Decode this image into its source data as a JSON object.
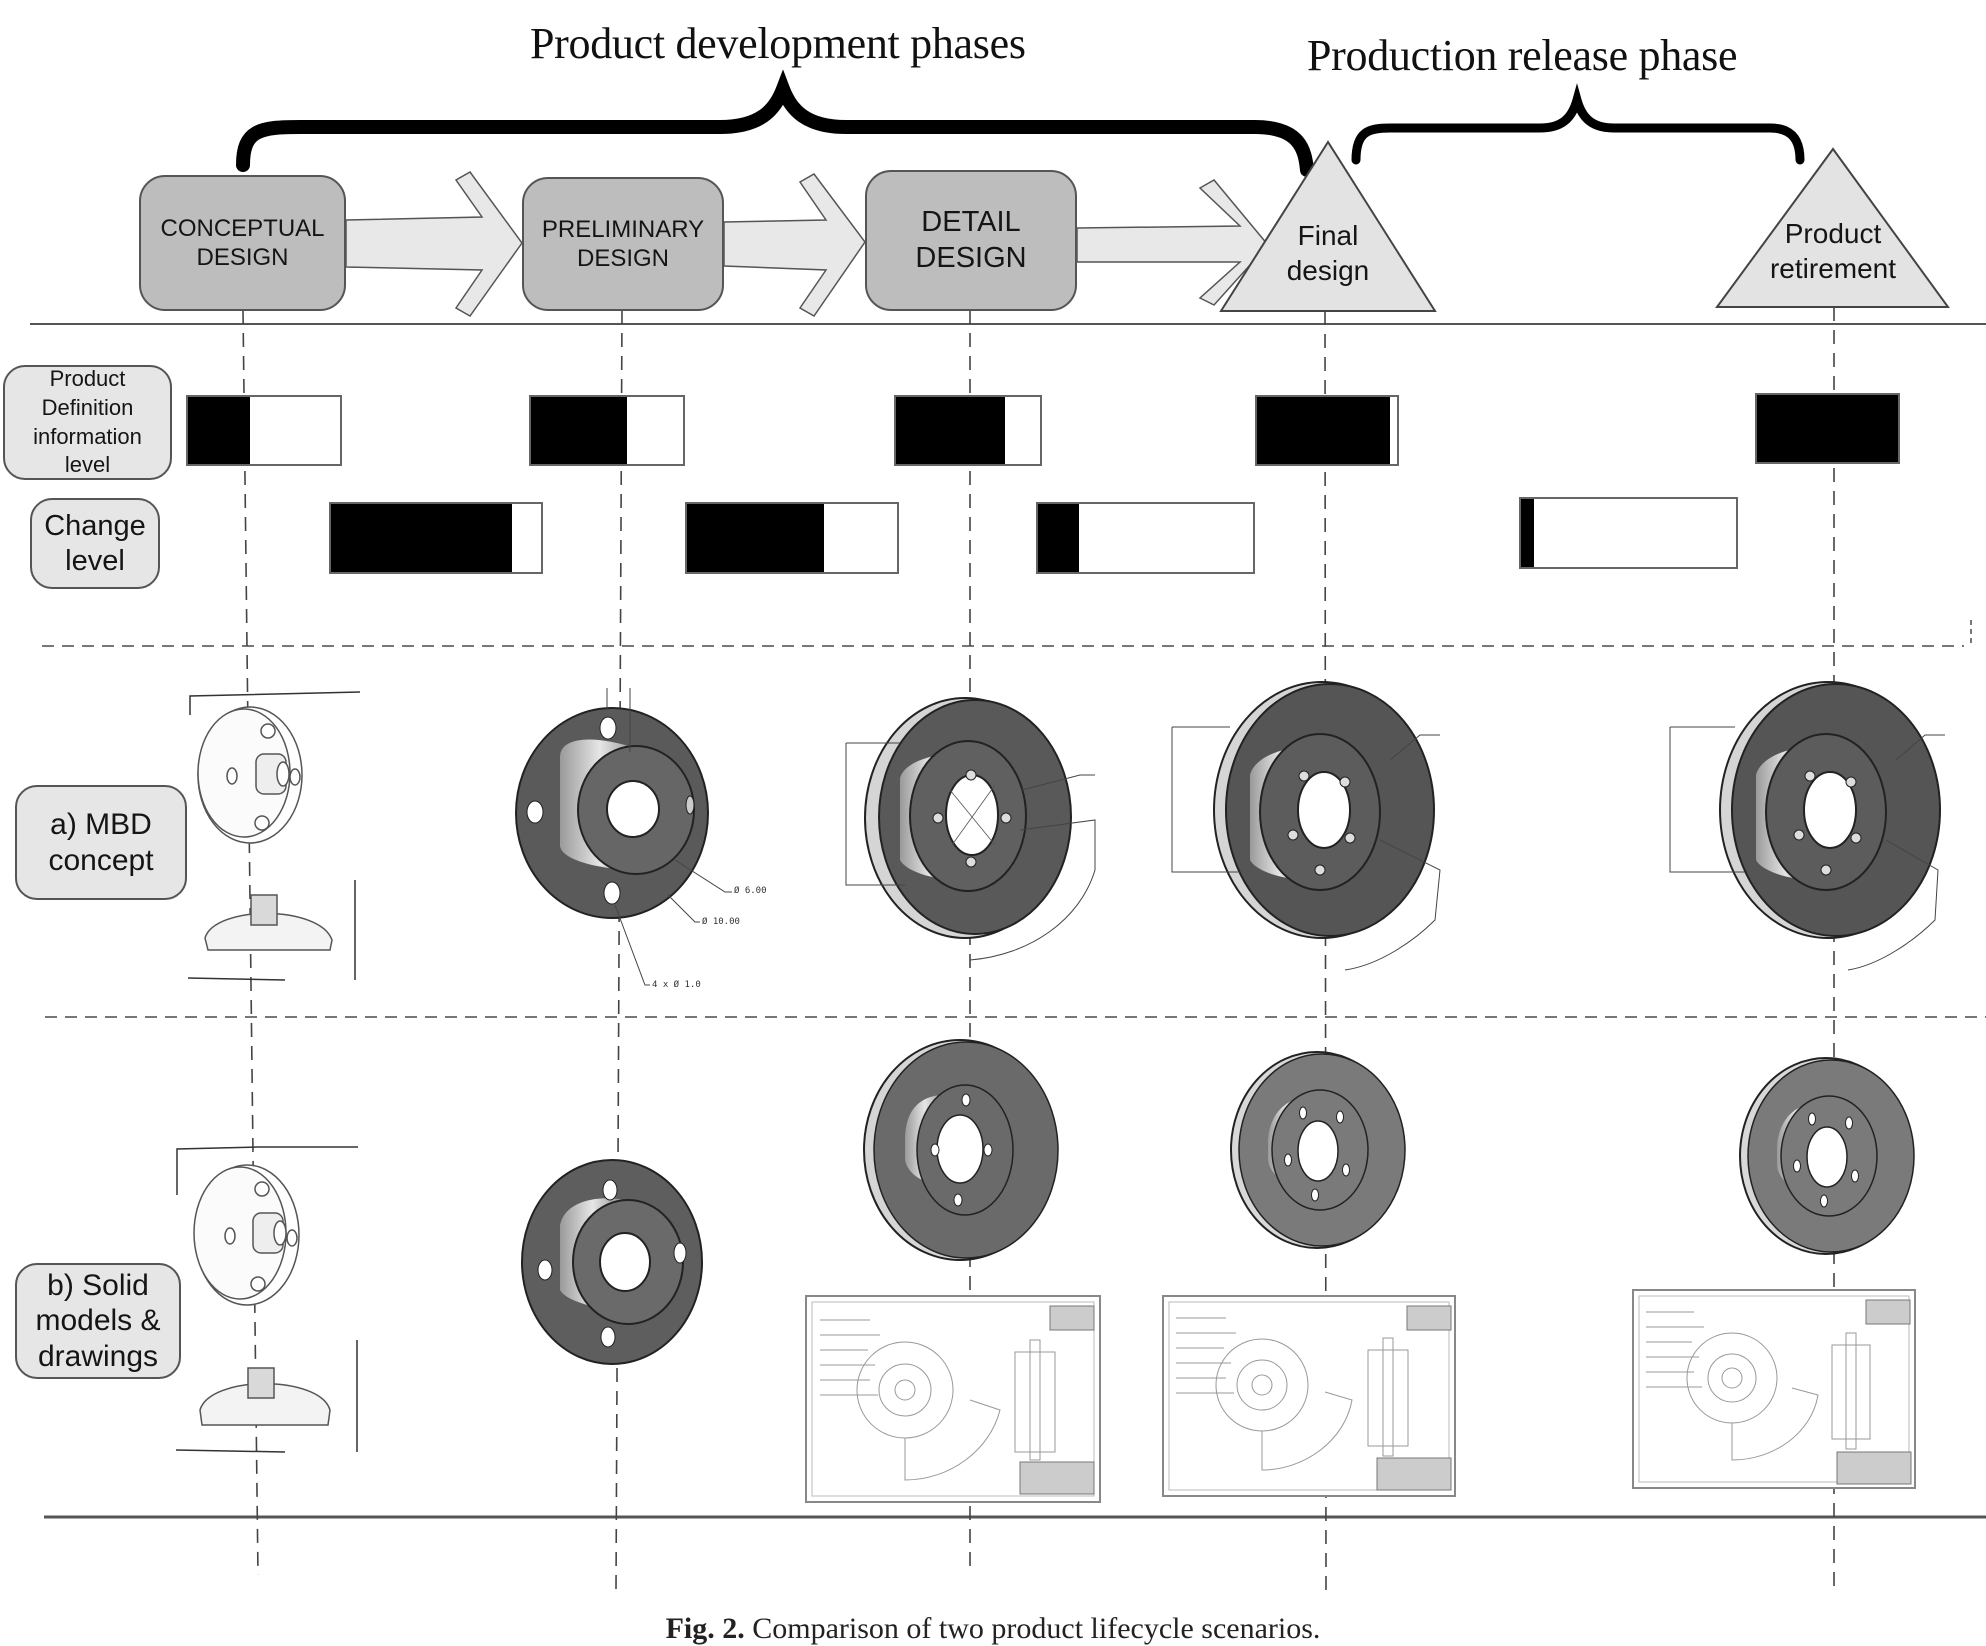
{
  "figure": {
    "phase_titles": {
      "development": "Product development phases",
      "release": "Production release phase"
    },
    "stages": [
      {
        "id": "conceptual",
        "lines": [
          "CONCEPTUAL",
          "DESIGN"
        ],
        "shape": "rounded-box"
      },
      {
        "id": "preliminary",
        "lines": [
          "PRELIMINARY",
          "DESIGN"
        ],
        "shape": "rounded-box"
      },
      {
        "id": "detail",
        "lines": [
          "DETAIL",
          "DESIGN"
        ],
        "shape": "rounded-box"
      },
      {
        "id": "final",
        "lines": [
          "Final",
          "design"
        ],
        "shape": "triangle"
      },
      {
        "id": "retirement",
        "lines": [
          "Product",
          "retirement"
        ],
        "shape": "triangle"
      }
    ],
    "row_labels": {
      "pdi": [
        "Product",
        "Definition",
        "information",
        "level"
      ],
      "change": [
        "Change",
        "level"
      ],
      "mbd": [
        "a) MBD",
        "concept"
      ],
      "solid": [
        "b) Solid",
        "models &",
        "drawings"
      ]
    },
    "levels": {
      "product_definition_information": [
        {
          "stage": "conceptual",
          "fraction": 0.41
        },
        {
          "stage": "preliminary",
          "fraction": 0.63
        },
        {
          "stage": "detail",
          "fraction": 0.76
        },
        {
          "stage": "final",
          "fraction": 0.95
        },
        {
          "stage": "retirement",
          "fraction": 1.0
        }
      ],
      "change": [
        {
          "between": "conceptual-preliminary",
          "fraction": 0.86
        },
        {
          "between": "preliminary-detail",
          "fraction": 0.65
        },
        {
          "between": "detail-final",
          "fraction": 0.19
        },
        {
          "between": "final-retirement",
          "fraction": 0.06
        }
      ]
    },
    "mbd_annotations": {
      "preliminary": [
        "Ø 6.00",
        "Ø 10.00",
        "4 x  Ø 1.0"
      ]
    },
    "caption": {
      "label": "Fig. 2.",
      "text": " Comparison of two product lifecycle scenarios."
    },
    "colors": {
      "stage_fill": "#bdbdbd",
      "triangle_fill": "#e3e3e3",
      "arrow_fill": "#e8e8e8",
      "label_fill": "#e6e6e6",
      "part_dark": "#555555",
      "part_medium": "#7a7a7a",
      "bar_fill": "#000000"
    }
  }
}
